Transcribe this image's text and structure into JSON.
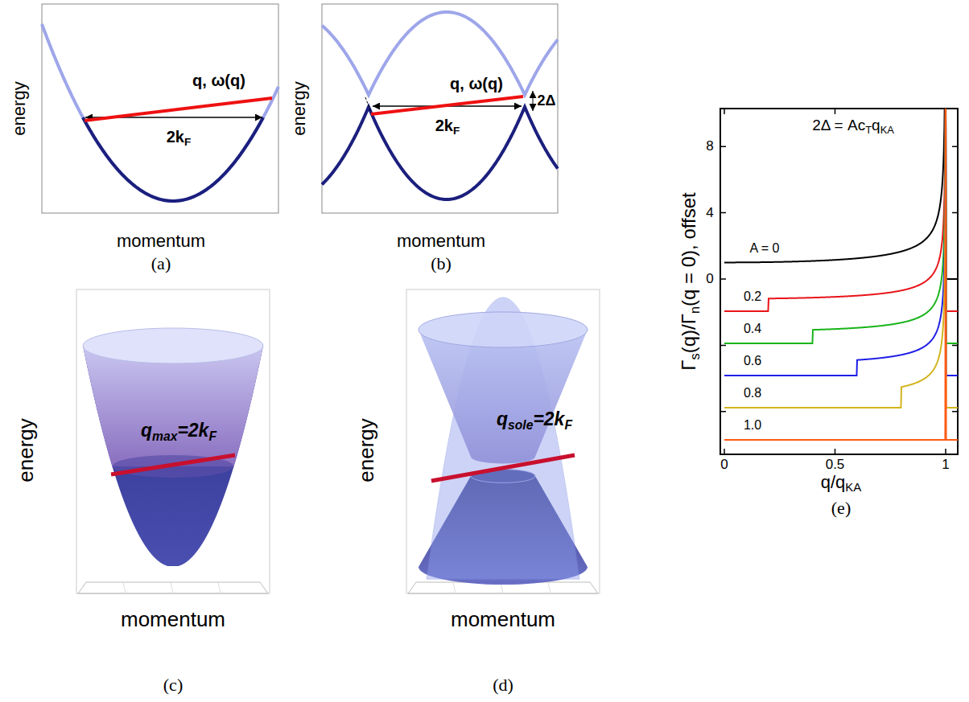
{
  "diagram": {
    "labels": [
      "energy",
      "momentum",
      "q, ω(q)",
      "2k",
      "F",
      "(a)",
      "energy",
      "momentum",
      "q, ω(q)",
      "2k",
      "F",
      "2Δ",
      "(b)",
      "energy",
      "momentum",
      "q",
      "max",
      "=2k",
      "F",
      "(c)",
      "energy",
      "momentum",
      "q",
      "sole",
      "=2k",
      "F",
      "(d)",
      "Γ",
      "s",
      "(q)/Γ",
      "n",
      "(q = 0), offset",
      "2Δ = Ac",
      "T",
      "q",
      "KA",
      "8",
      "4",
      "0",
      "0",
      "0.5",
      "1",
      "q/q",
      "KA",
      "A = 0",
      "0.2",
      "0.4",
      "0.6",
      "0.8",
      "1.0",
      "(e)"
    ]
  }
}
